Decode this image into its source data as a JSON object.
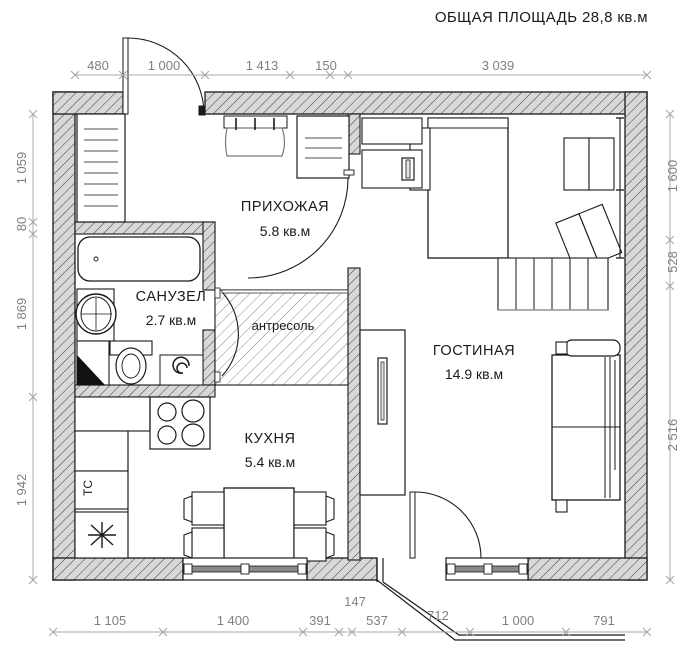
{
  "title": "ОБЩАЯ ПЛОЩАДЬ 28,8 кв.м",
  "rooms": [
    {
      "name": "ПРИХОЖАЯ",
      "area": "5.8 кв.м"
    },
    {
      "name": "САНУЗЕЛ",
      "area": "2.7 кв.м"
    },
    {
      "name": "ГОСТИНАЯ",
      "area": "14.9 кв.м"
    },
    {
      "name": "КУХНЯ",
      "area": "5.4 кв.м"
    }
  ],
  "labels": {
    "mezzanine": "антресоль",
    "tech_cabinet": "ТС"
  },
  "dimensions": {
    "top": [
      "480",
      "1 000",
      "1 413",
      "150",
      "3 039"
    ],
    "left": [
      "1 059",
      "80",
      "1 869",
      "1 942"
    ],
    "right": [
      "1 600",
      "528",
      "2 516"
    ],
    "bottom": [
      "1 105",
      "1 400",
      "391",
      "537",
      "712",
      "1 000",
      "791"
    ],
    "bottom_offset": "147"
  },
  "colors": {
    "wall_fill": "#d8d8d8",
    "wall_line": "#1a1a1a",
    "dimension": "#808080",
    "furniture": "#1a1a1a",
    "background": "#ffffff"
  }
}
